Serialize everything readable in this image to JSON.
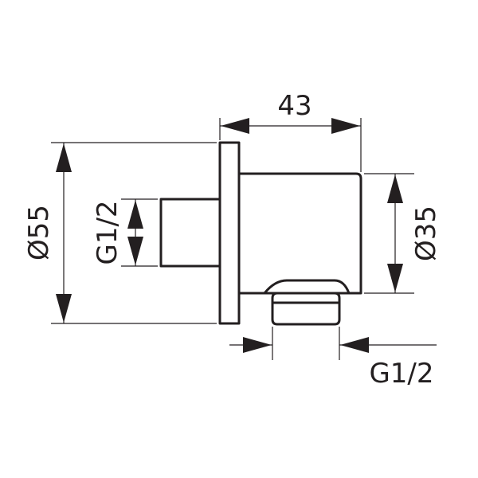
{
  "dimensions": {
    "width_top": "43",
    "outer_diameter": "Ø55",
    "inlet_thread": "G1/2",
    "body_diameter": "Ø35",
    "outlet_thread": "G1/2"
  },
  "colors": {
    "line": "#231f20",
    "background": "#ffffff"
  }
}
